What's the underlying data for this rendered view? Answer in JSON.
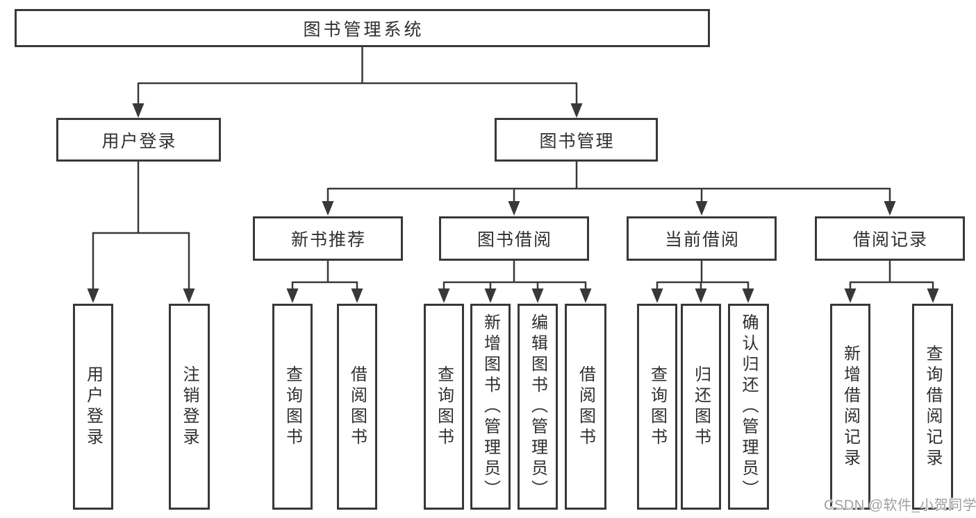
{
  "diagram": {
    "root": {
      "label": "图书管理系统",
      "children": [
        {
          "label": "用户登录",
          "children": [
            {
              "label": "用户登录"
            },
            {
              "label": "注销登录"
            }
          ]
        },
        {
          "label": "图书管理",
          "children": [
            {
              "label": "新书推荐",
              "children": [
                {
                  "label": "查询图书"
                },
                {
                  "label": "借阅图书"
                }
              ]
            },
            {
              "label": "图书借阅",
              "children": [
                {
                  "label": "查询图书"
                },
                {
                  "label": "新增图书（管理员）"
                },
                {
                  "label": "编辑图书（管理员）"
                },
                {
                  "label": "借阅图书"
                }
              ]
            },
            {
              "label": "当前借阅",
              "children": [
                {
                  "label": "查询图书"
                },
                {
                  "label": "归还图书"
                },
                {
                  "label": "确认归还（管理员）"
                }
              ]
            },
            {
              "label": "借阅记录",
              "children": [
                {
                  "label": "新增借阅记录"
                },
                {
                  "label": "查询借阅记录"
                }
              ]
            }
          ]
        }
      ]
    }
  },
  "watermark": {
    "text": "CSDN @软件_小贺同学"
  },
  "colors": {
    "line": "#383838",
    "text": "#2f2f2f",
    "watermark": "#9f9f9f",
    "background": "#ffffff"
  }
}
